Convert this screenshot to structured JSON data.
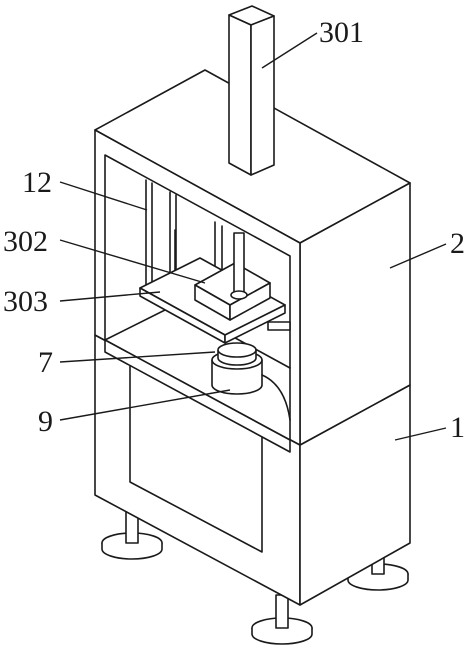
{
  "labels": {
    "l301": "301",
    "l12": "12",
    "l302": "302",
    "l303": "303",
    "l7": "7",
    "l9": "9",
    "l2": "2",
    "l1": "1"
  }
}
